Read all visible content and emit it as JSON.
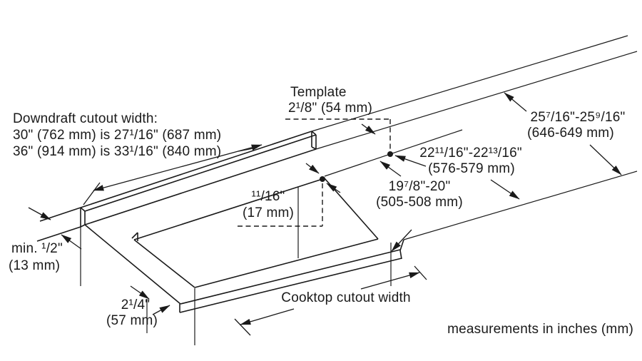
{
  "colors": {
    "line": "#1a1a1a",
    "background": "#ffffff"
  },
  "diagram": {
    "downdraft": {
      "title": "Downdraft cutout width:",
      "size30": "30\" (762 mm) is 27¹/16\" (687 mm)",
      "size36": "36\" (914 mm) is 33¹/16\" (840 mm)"
    },
    "template": {
      "label": "Template",
      "dim": "2¹/8\" (54 mm)"
    },
    "overall_depth": {
      "inches": "25⁷/16\"-25⁹/16\"",
      "mm": "(646-649 mm)"
    },
    "back_depth": {
      "inches": "22¹¹/16\"-22¹³/16\"",
      "mm": "(576-579 mm)"
    },
    "cutout_depth": {
      "inches": "19⁷/8\"-20\"",
      "mm": "(505-508 mm)"
    },
    "gap": {
      "inches": "¹¹/16\"",
      "mm": "(17 mm)"
    },
    "min_edge": {
      "inches": "min. ¹/2\"",
      "mm": "(13 mm)"
    },
    "front_strip": {
      "inches": "2¹/4\"",
      "mm": "(57 mm)"
    },
    "cooktop_width_label": "Cooktop cutout width",
    "footer": "measurements in inches (mm)"
  }
}
